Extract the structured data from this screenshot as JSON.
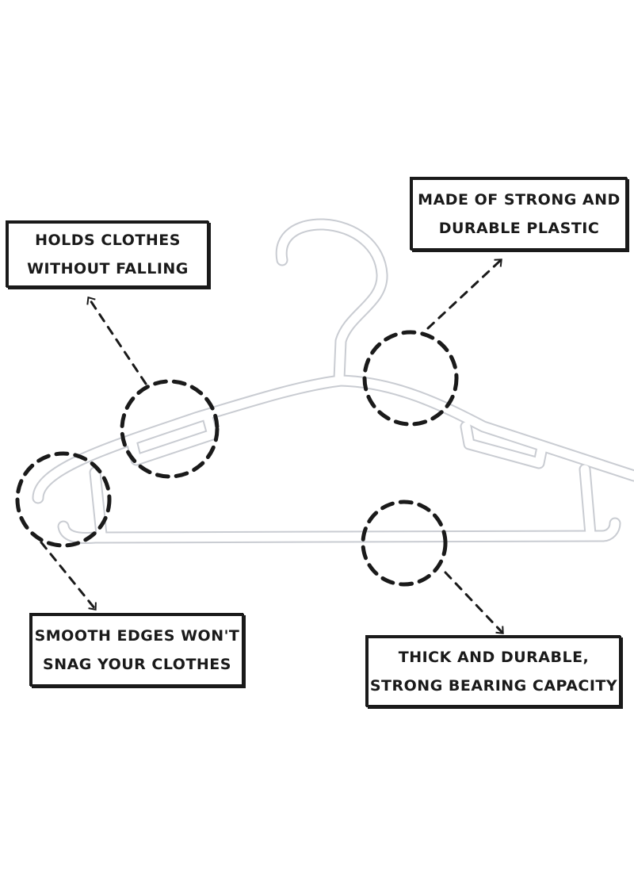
{
  "callouts": {
    "holds": {
      "line1": "HOLDS CLOTHES",
      "line2": "WITHOUT FALLING"
    },
    "made": {
      "line1": "MADE OF STRONG AND",
      "line2": "DURABLE PLASTIC"
    },
    "smooth": {
      "line1": "SMOOTH EDGES WON'T",
      "line2": "SNAG YOUR CLOTHES"
    },
    "thick": {
      "line1": "THICK AND DURABLE,",
      "line2": "STRONG BEARING CAPACITY"
    }
  },
  "colors": {
    "ink": "#1a1a1a",
    "hanger_fill": "#ffffff",
    "hanger_edge": "#c9ccd2",
    "background": "#ffffff"
  },
  "icons": [
    "white-plastic-hanger-illustration",
    "dashed-circle-marker",
    "dashed-arrow"
  ]
}
